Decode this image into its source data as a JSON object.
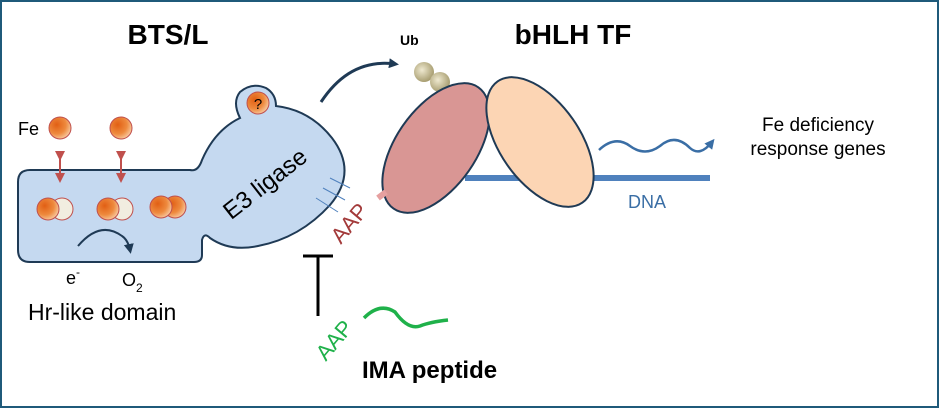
{
  "titles": {
    "left": "BTS/L",
    "right": "bHLH TF"
  },
  "labels": {
    "fe": "Fe",
    "e3_ligase": "E3 ligase",
    "question": "?",
    "electron": "e",
    "electron_sup": "-",
    "oxygen": "O",
    "oxygen_sub": "2",
    "hr_domain": "Hr-like domain",
    "ub": "Ub",
    "aap_tf": "AAP",
    "aap_ima": "AAP",
    "ima_peptide": "IMA peptide",
    "dna": "DNA",
    "genes_line1": "Fe deficiency",
    "genes_line2": "response genes"
  },
  "colors": {
    "border": "#1f5a7a",
    "domain_fill": "#c5d9f0",
    "domain_stroke": "#1f3a55",
    "iron": "#e8752a",
    "iron_light": "#f1ede0",
    "iron_arrow": "#c0504d",
    "tf_left": "#d99694",
    "tf_right": "#fcd5b4",
    "ub": "#b8ae80",
    "dna": "#4f81bd",
    "aap_red": "#a33a3a",
    "ima_green": "#1fb14a",
    "arrow_dark": "#1f3a55"
  }
}
